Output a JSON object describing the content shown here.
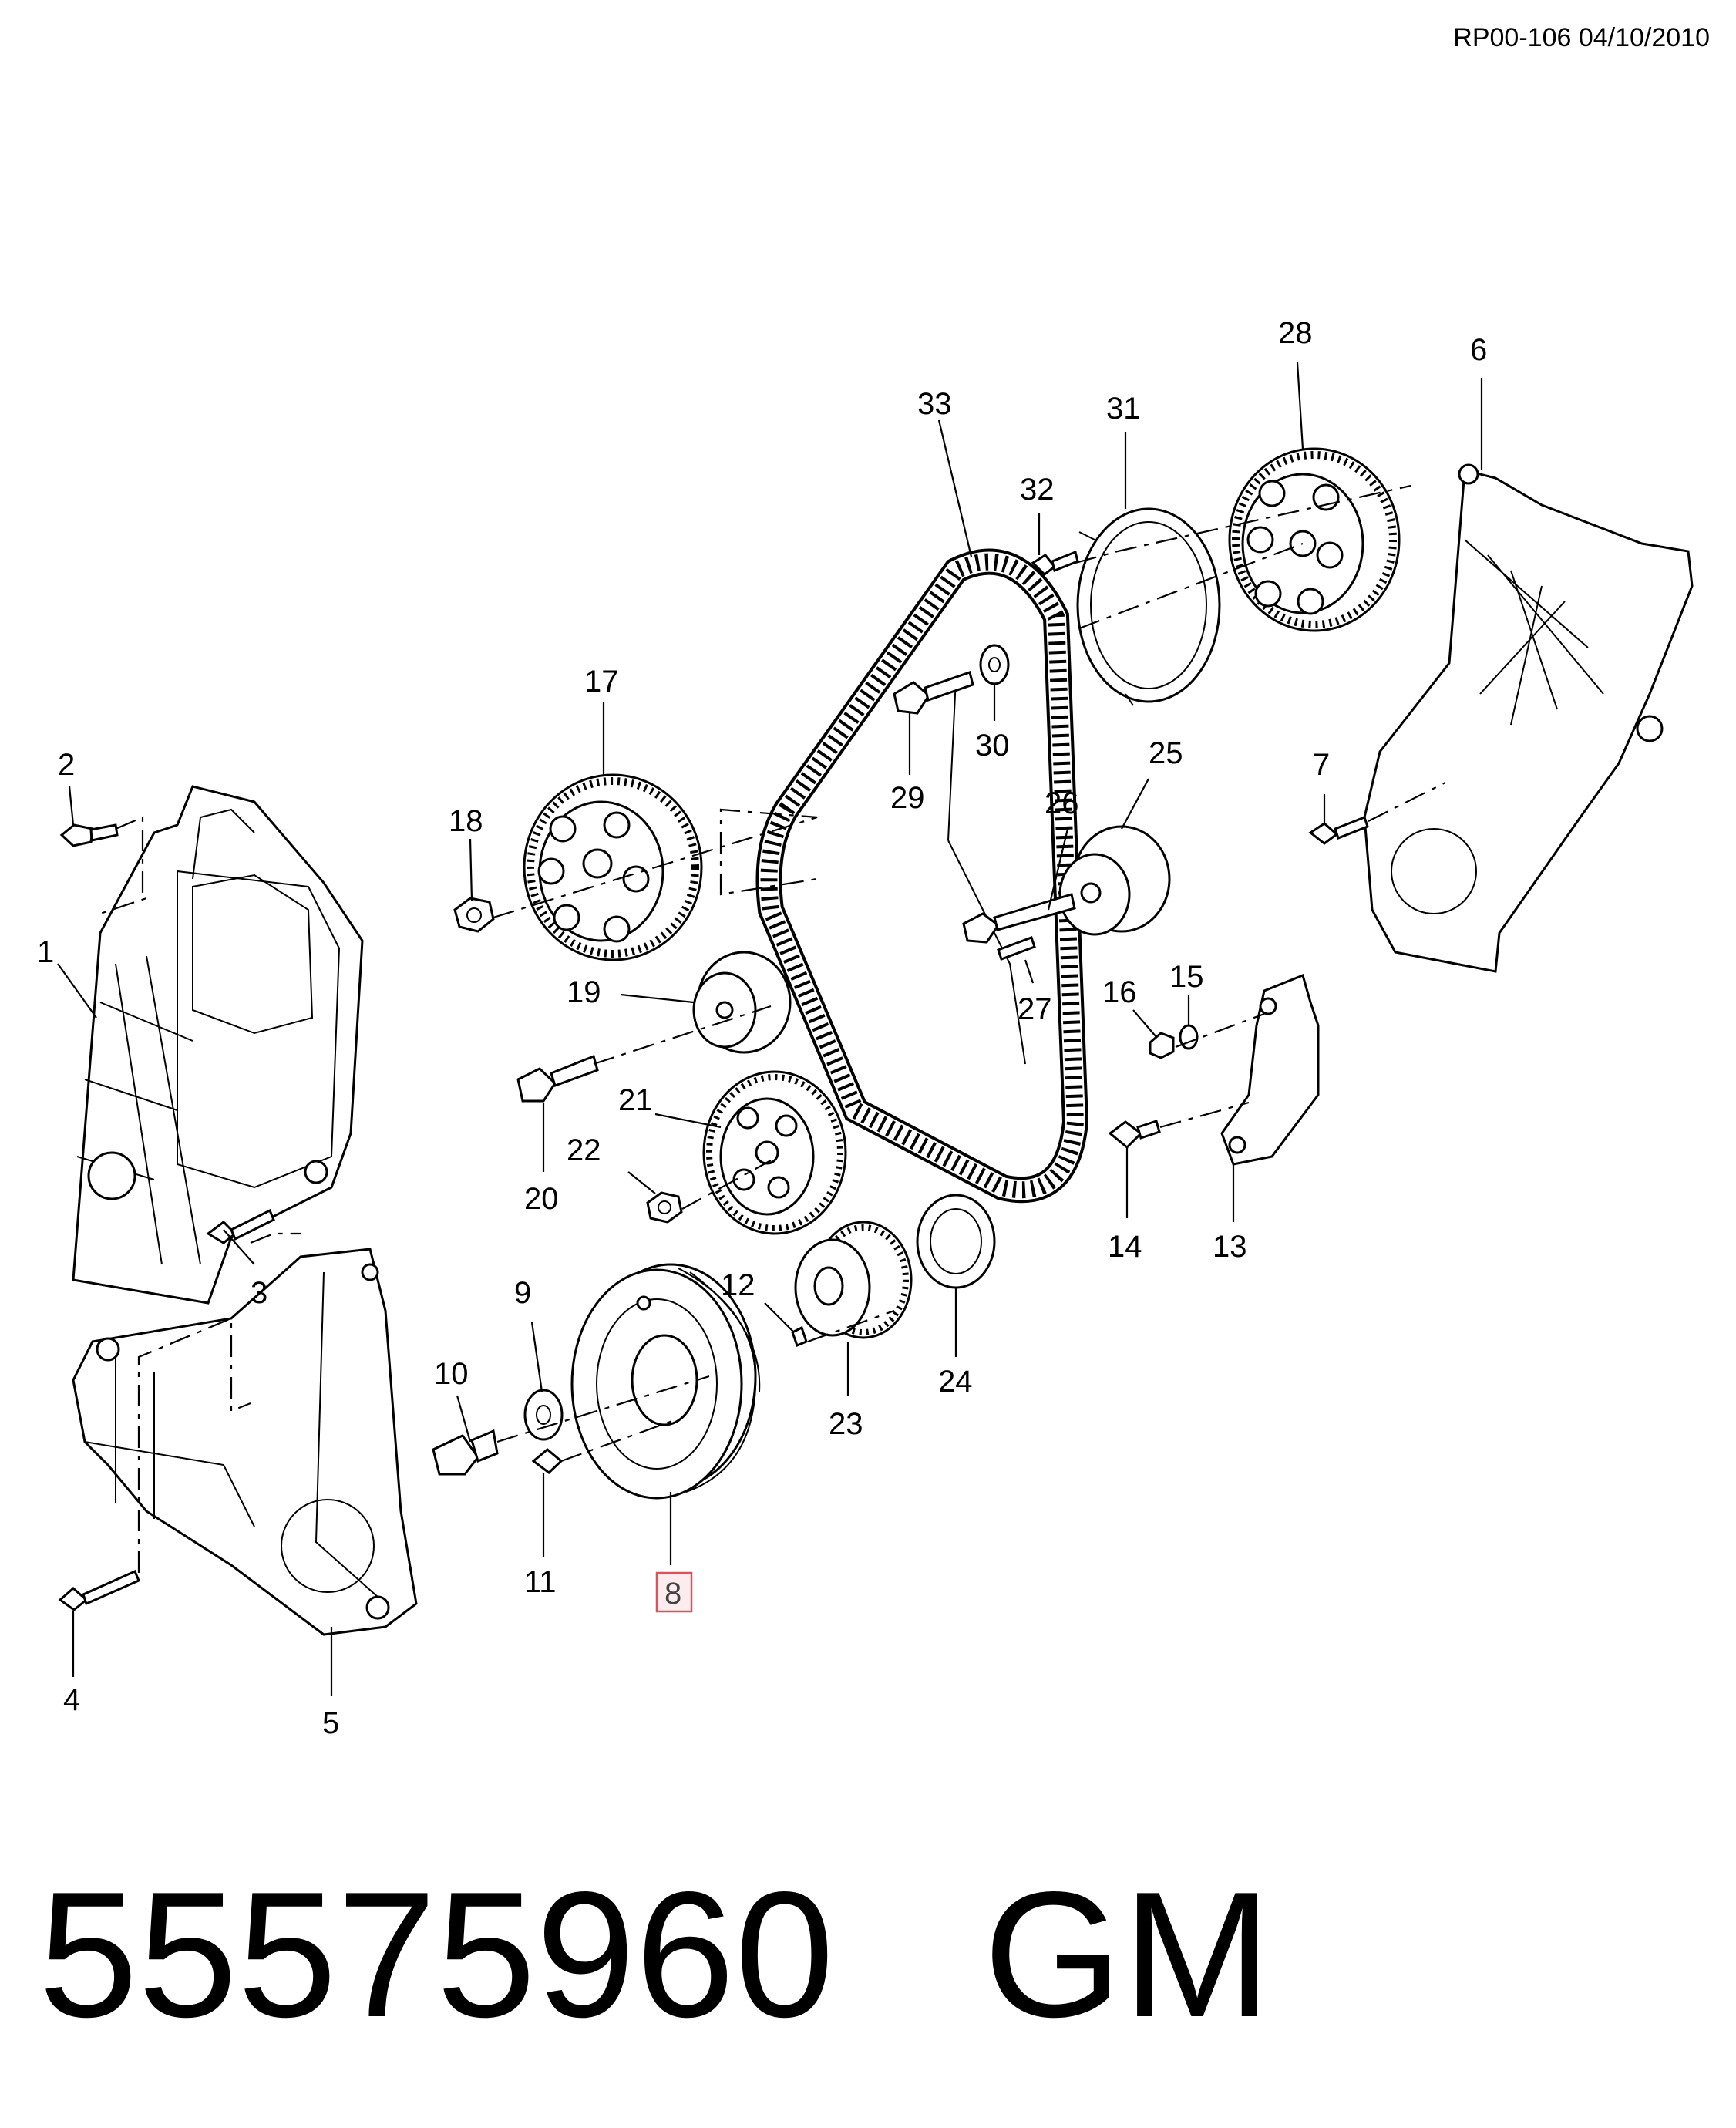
{
  "reference": "RP00-106 04/10/2010",
  "part_number": "55575960",
  "brand": "GM",
  "highlighted_callout": "8",
  "callouts": {
    "c1": "1",
    "c2": "2",
    "c3": "3",
    "c4": "4",
    "c5": "5",
    "c6": "6",
    "c7": "7",
    "c8": "8",
    "c9": "9",
    "c10": "10",
    "c11": "11",
    "c12": "12",
    "c13": "13",
    "c14": "14",
    "c15": "15",
    "c16": "16",
    "c17": "17",
    "c18": "18",
    "c19": "19",
    "c20": "20",
    "c21": "21",
    "c22": "22",
    "c23": "23",
    "c24": "24",
    "c25": "25",
    "c26": "26",
    "c27": "27",
    "c28": "28",
    "c29": "29",
    "c30": "30",
    "c31": "31",
    "c32": "32",
    "c33": "33"
  },
  "colors": {
    "highlight_border": "#e0505a",
    "highlight_fill": "#fdecee",
    "line": "#000000"
  }
}
